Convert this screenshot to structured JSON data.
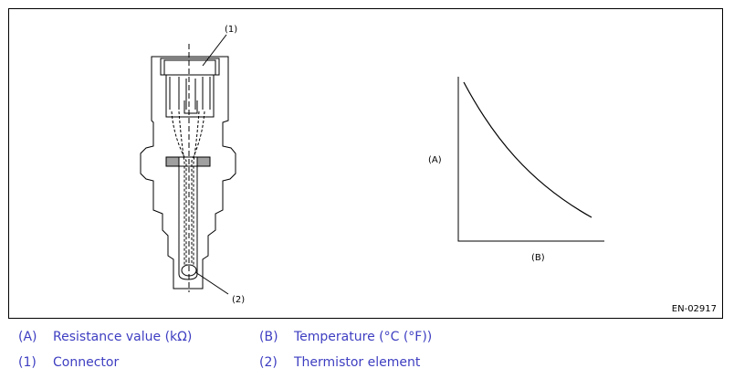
{
  "figure": {
    "code": "EN-02917",
    "callouts": {
      "connector": "(1)",
      "thermistor": "(2)",
      "axis_y": "(A)",
      "axis_x": "(B)"
    }
  },
  "chart_data": {
    "type": "line",
    "title": "",
    "xlabel": "(B)",
    "ylabel": "(A)",
    "note": "Qualitative curve: resistance decreases as temperature increases (no tick values shown)",
    "series": [
      {
        "values_shape": "decreasing-convex"
      }
    ]
  },
  "legend": {
    "items": [
      {
        "key": "(A)",
        "text": "Resistance value (kΩ)"
      },
      {
        "key": "(B)",
        "text": "Temperature (°C (°F))"
      },
      {
        "key": "(1)",
        "text": "Connector"
      },
      {
        "key": "(2)",
        "text": "Thermistor element"
      }
    ]
  },
  "colors": {
    "legend_text": "#3e3ec2",
    "line": "#000000"
  }
}
